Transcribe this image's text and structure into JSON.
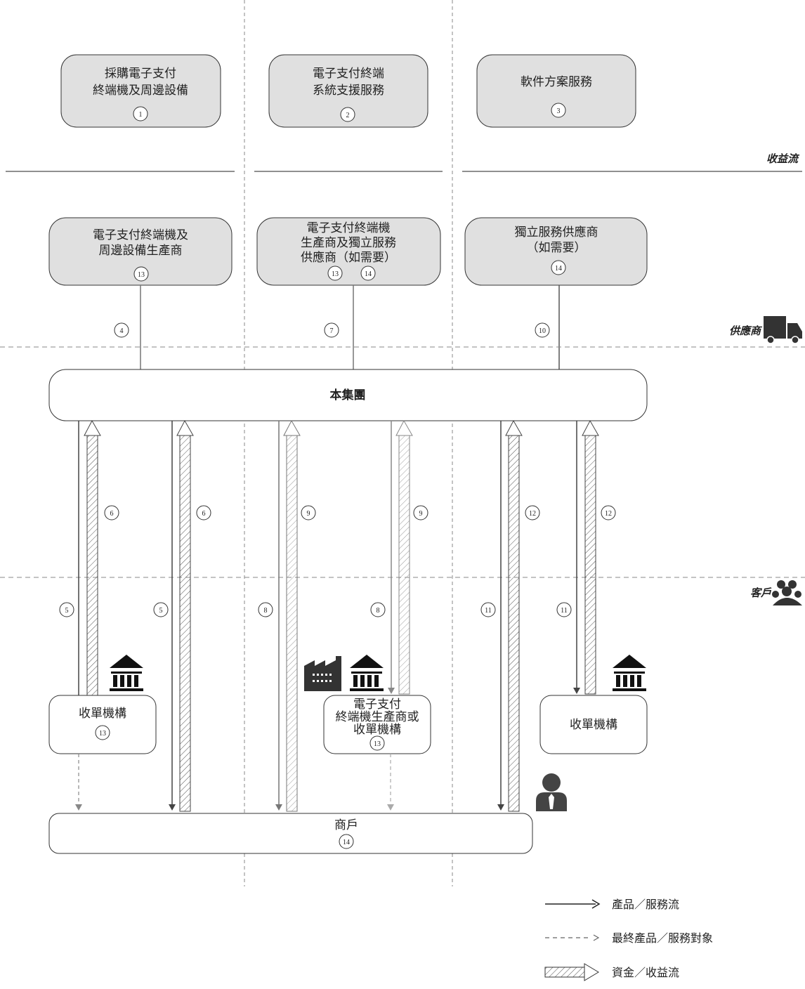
{
  "revenue_boxes": [
    {
      "lines": [
        "採購電子支付",
        "終端機及周邊設備"
      ],
      "num": "1"
    },
    {
      "lines": [
        "電子支付終端",
        "系統支援服務"
      ],
      "num": "2"
    },
    {
      "lines": [
        "軟件方案服務"
      ],
      "num": "3"
    }
  ],
  "supplier_boxes": [
    {
      "lines": [
        "電子支付終端機及",
        "周邊設備生產商"
      ],
      "nums": [
        "13"
      ]
    },
    {
      "lines": [
        "電子支付終端機",
        "生產商及獨立服務",
        "供應商（如需要）"
      ],
      "nums": [
        "13",
        "14"
      ]
    },
    {
      "lines": [
        "獨立服務供應商",
        "（如需要）"
      ],
      "nums": [
        "14"
      ]
    }
  ],
  "labels": {
    "revenue_stream": "收益流",
    "supplier": "供應商",
    "customer": "客戶"
  },
  "group": {
    "title": "本集團"
  },
  "customer_boxes": [
    {
      "lines": [
        "收單機構"
      ],
      "num": "13"
    },
    {
      "lines": [
        "電子支付",
        "終端機生產商或",
        "收單機構"
      ],
      "num": "13"
    },
    {
      "lines": [
        "收單機構"
      ],
      "num": ""
    }
  ],
  "merchant": {
    "title": "商戶",
    "num": "14"
  },
  "flow_numbers": {
    "supplier_to_group": [
      "4",
      "7",
      "10"
    ],
    "revenue_up": [
      "6",
      "6",
      "9",
      "9",
      "12",
      "12"
    ],
    "product_down": [
      "5",
      "5",
      "8",
      "8",
      "11",
      "11"
    ]
  },
  "legend": [
    {
      "type": "solid",
      "text": "產品／服務流"
    },
    {
      "type": "dashed",
      "text": "最終產品／服務對象"
    },
    {
      "type": "hatched",
      "text": "資金／收益流"
    }
  ],
  "icons": [
    "truck-icon",
    "people-icon",
    "bank-icon",
    "factory-icon",
    "person-icon"
  ]
}
